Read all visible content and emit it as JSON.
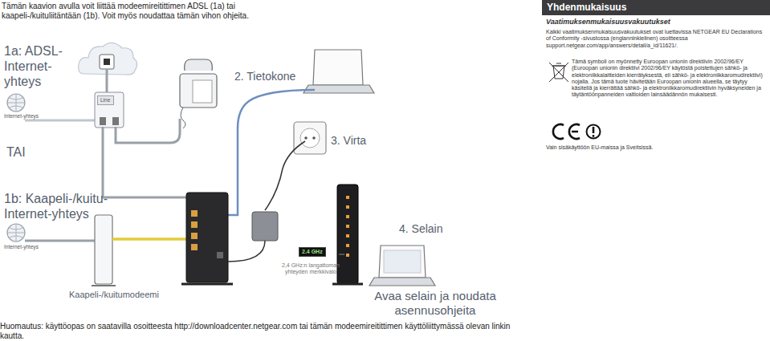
{
  "diagram": {
    "nodes": [
      {
        "text": [
          "Yhdenmukaisuus"
        ]
      },
      {
        "text": [
          "Line"
        ]
      },
      {
        "text": [
          "2.4 GHz"
        ]
      }
    ],
    "labels": [
      "Tämän kaavion avulla voit liittää modeemireitittimen ADSL (1a) tai kaapeli-/kuituliitäntään (1b). Voit myös noudattaa tämän vihon ohjeita.",
      "1a: ADSL-Internet-yhteys",
      "Internet-yhteys",
      "2. Tietokone",
      "3. Virta",
      "TAI",
      "1b: Kaapeli-/kuitu-Internet-yhteys",
      "Internet-yhteys",
      "Kaapeli-/kuitumodeemi",
      "2,4 GHz:n langattoman yhteyden merkkivalo",
      "4. Selain",
      "Avaa selain ja noudata asennusohjeita",
      "Huomautus: käyttöopas on saatavilla osoitteesta http://downloadcenter.netgear.com tai tämän modeemireitittimen käyttöliittymässä olevan linkin kautta.",
      "Vaatimuksenmukaisuusvakuutukset",
      "Kaikki vaatimuksenmukaisuusvakuutukset ovat luettavissa NETGEAR EU Declarations of Conformity -sivustossa (englanninkielinen) osoitteessa support.netgear.com/app/answers/detail/a_id/11621/.",
      "Tämä symboli on myönnetty Euroopan unionin direktiivin 2002/96/EY (Euroopan unionin direktiivi 2002/96/EY käytöstä poistettujen sähkö- ja elektroniikkalaitteiden kierrätyksestä, eli sähkö- ja elektroniikkaromudirektiivi) nojalla. Jos tämä tuote hävitetään Euroopan unionin alueella, se täytyy käsitellä ja kierrättää sähkö- ja elektroniikkaromudirektiivin hyväksyneiden ja täytäntöönpanneiden valtioiden lainsäädännön mukaisesti.",
      "Vain sisäkäyttöön EU-maissa ja Sveitsissä."
    ]
  }
}
